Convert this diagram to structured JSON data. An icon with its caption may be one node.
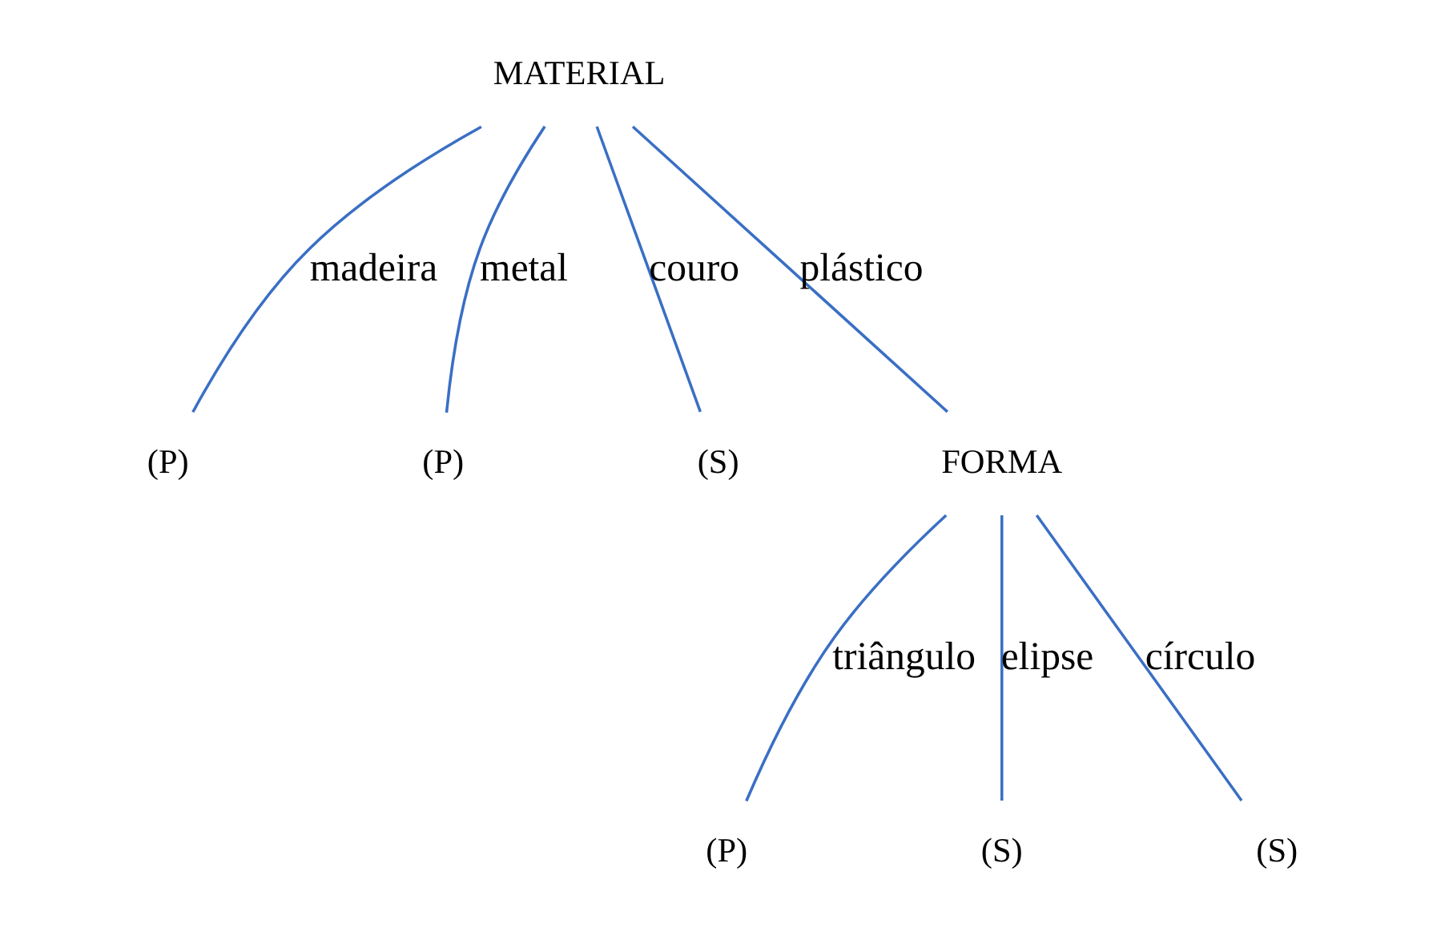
{
  "diagram": {
    "nodes": [
      {
        "text": [
          "MATERIAL"
        ]
      },
      {
        "text": [
          "(P)"
        ]
      },
      {
        "text": [
          "(P)"
        ]
      },
      {
        "text": [
          "(S)"
        ]
      },
      {
        "text": [
          "FORMA"
        ]
      },
      {
        "text": [
          "(P)"
        ]
      },
      {
        "text": [
          "(S)"
        ]
      },
      {
        "text": [
          "(S)"
        ]
      }
    ],
    "edges": [
      {
        "from": 0,
        "to": 1,
        "arrow": "none",
        "label": "madeira"
      },
      {
        "from": 0,
        "to": 2,
        "arrow": "none",
        "label": "metal"
      },
      {
        "from": 0,
        "to": 3,
        "arrow": "none",
        "label": "couro"
      },
      {
        "from": 0,
        "to": 4,
        "arrow": "none",
        "label": "plástico"
      },
      {
        "from": 4,
        "to": 5,
        "arrow": "none",
        "label": "triângulo"
      },
      {
        "from": 4,
        "to": 6,
        "arrow": "none",
        "label": "elipse"
      },
      {
        "from": 4,
        "to": 7,
        "arrow": "none",
        "label": "círculo"
      }
    ]
  }
}
